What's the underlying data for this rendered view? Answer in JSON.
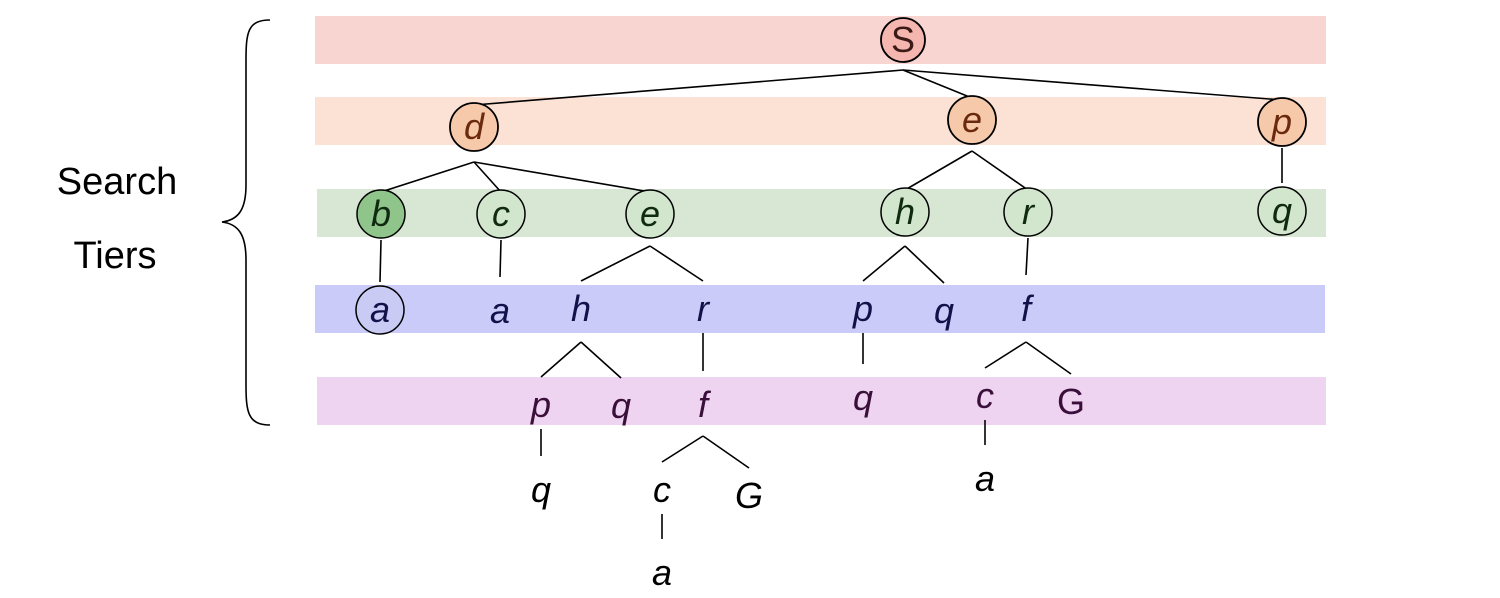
{
  "side_label": {
    "line1": "Search",
    "line2": "Tiers"
  },
  "colors": {
    "tier0": "#f9d5d1",
    "tier1": "#fbe2d4",
    "tier2": "#d7e7d3",
    "tier3": "#cacbf8",
    "tier4": "#efd4f1",
    "node_fill_tier0": "#f4b6ae",
    "node_fill_tier1": "#f7c9ab",
    "node_fill_tier2": "#d1e6cd",
    "node_fill_b": "#8fc58a",
    "node_fill_tier3": "#c9cbf5",
    "text_tier0": "#3c1a17",
    "text_tier1": "#6b2a0e",
    "text_tier2": "#0f2a10",
    "text_tier3": "#12124a",
    "text_tier4": "#3a0f3a",
    "text_below": "#000000"
  },
  "nodes": [
    {
      "id": "S",
      "label": "S",
      "circled": true,
      "tier": 0
    },
    {
      "id": "d1",
      "label": "d",
      "circled": true,
      "tier": 1
    },
    {
      "id": "e1",
      "label": "e",
      "circled": true,
      "tier": 1
    },
    {
      "id": "p1",
      "label": "p",
      "circled": true,
      "tier": 1
    },
    {
      "id": "b2",
      "label": "b",
      "circled": true,
      "tier": 2,
      "highlight": true
    },
    {
      "id": "c2",
      "label": "c",
      "circled": true,
      "tier": 2
    },
    {
      "id": "e2",
      "label": "e",
      "circled": true,
      "tier": 2
    },
    {
      "id": "h2",
      "label": "h",
      "circled": true,
      "tier": 2
    },
    {
      "id": "r2",
      "label": "r",
      "circled": true,
      "tier": 2
    },
    {
      "id": "q2",
      "label": "q",
      "circled": true,
      "tier": 2
    },
    {
      "id": "a3a",
      "label": "a",
      "circled": true,
      "tier": 3
    },
    {
      "id": "a3b",
      "label": "a",
      "circled": false,
      "tier": 3
    },
    {
      "id": "h3",
      "label": "h",
      "circled": false,
      "tier": 3
    },
    {
      "id": "r3",
      "label": "r",
      "circled": false,
      "tier": 3
    },
    {
      "id": "p3",
      "label": "p",
      "circled": false,
      "tier": 3
    },
    {
      "id": "q3",
      "label": "q",
      "circled": false,
      "tier": 3
    },
    {
      "id": "f3",
      "label": "f",
      "circled": false,
      "tier": 3
    },
    {
      "id": "p4",
      "label": "p",
      "circled": false,
      "tier": 4
    },
    {
      "id": "q4a",
      "label": "q",
      "circled": false,
      "tier": 4
    },
    {
      "id": "f4",
      "label": "f",
      "circled": false,
      "tier": 4
    },
    {
      "id": "q4b",
      "label": "q",
      "circled": false,
      "tier": 4
    },
    {
      "id": "c4",
      "label": "c",
      "circled": false,
      "tier": 4
    },
    {
      "id": "G4",
      "label": "G",
      "circled": false,
      "tier": 4,
      "upright": true
    },
    {
      "id": "q5",
      "label": "q",
      "circled": false,
      "tier": 5
    },
    {
      "id": "c5",
      "label": "c",
      "circled": false,
      "tier": 5
    },
    {
      "id": "G5",
      "label": "G",
      "circled": false,
      "tier": 5
    },
    {
      "id": "a5",
      "label": "a",
      "circled": false,
      "tier": 5
    },
    {
      "id": "a6",
      "label": "a",
      "circled": false,
      "tier": 6
    }
  ],
  "edges": [
    [
      "S",
      "d1"
    ],
    [
      "S",
      "e1"
    ],
    [
      "S",
      "p1"
    ],
    [
      "d1",
      "b2"
    ],
    [
      "d1",
      "c2"
    ],
    [
      "d1",
      "e2"
    ],
    [
      "e1",
      "h2"
    ],
    [
      "e1",
      "r2"
    ],
    [
      "p1",
      "q2"
    ],
    [
      "b2",
      "a3a"
    ],
    [
      "c2",
      "a3b"
    ],
    [
      "e2",
      "h3"
    ],
    [
      "e2",
      "r3"
    ],
    [
      "h2",
      "p3"
    ],
    [
      "h2",
      "q3"
    ],
    [
      "r2",
      "f3"
    ],
    [
      "h3",
      "p4"
    ],
    [
      "h3",
      "q4a"
    ],
    [
      "r3",
      "f4"
    ],
    [
      "p3",
      "q4b"
    ],
    [
      "f3",
      "c4"
    ],
    [
      "f3",
      "G4"
    ],
    [
      "p4",
      "q5"
    ],
    [
      "f4",
      "c5"
    ],
    [
      "f4",
      "G5"
    ],
    [
      "c4",
      "a5"
    ],
    [
      "c5",
      "a6"
    ]
  ]
}
